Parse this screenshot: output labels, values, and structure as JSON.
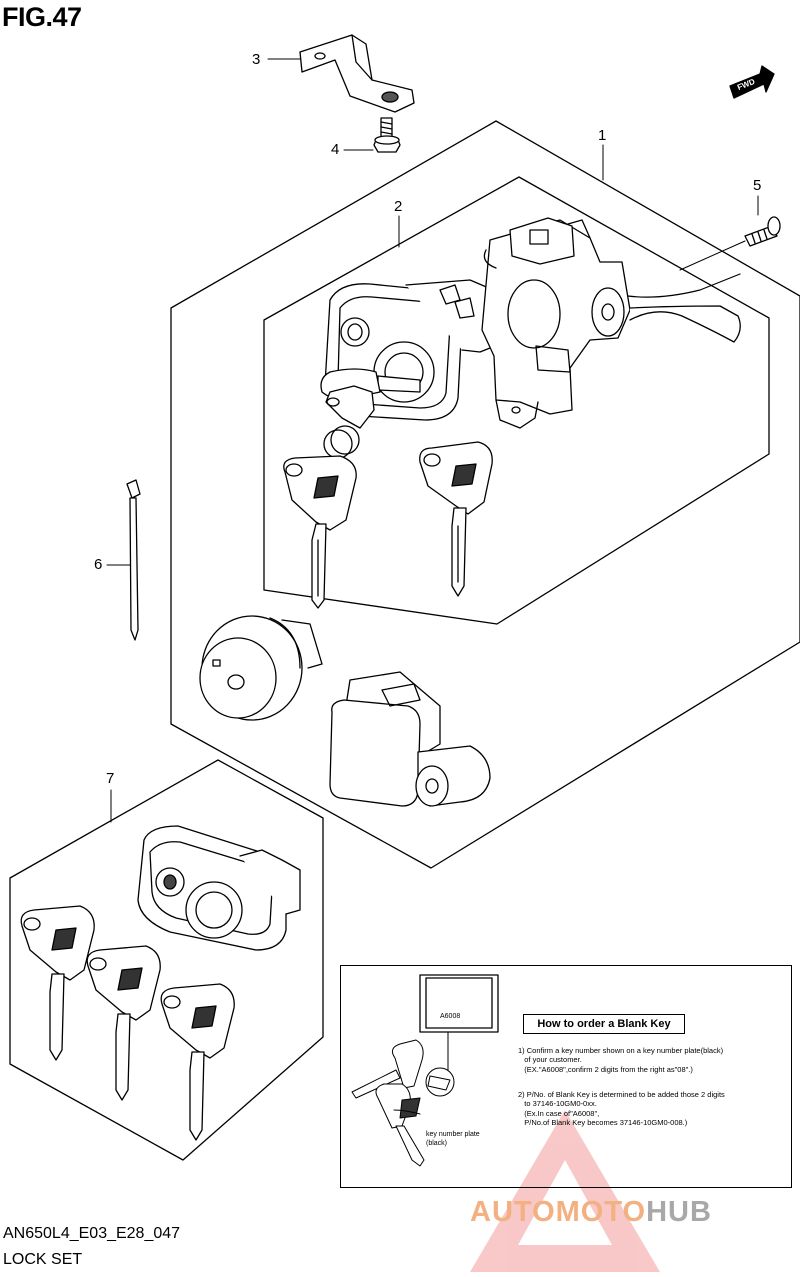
{
  "figure": {
    "title": "FIG.47",
    "code": "AN650L4_E03_E28_047",
    "name": "LOCK SET"
  },
  "callouts": [
    "1",
    "2",
    "3",
    "4",
    "5",
    "6",
    "7"
  ],
  "direction_tag": "FWD",
  "info_box": {
    "plate_code": "A6008",
    "plate_caption": "key number plate\n(black)",
    "title": "How to order a Blank Key",
    "note1": [
      "1) Confirm a key number shown on a key number plate(black)",
      "   of your customer.",
      "   (EX.\"A6008\",confirm 2 digits from the right as\"08\".)"
    ],
    "note2": [
      "2) P/No. of Blank Key is determined to be added those 2 digits",
      "   to 37146-10GM0-0xx.",
      "   (Ex.In case of\"A6008\",",
      "   P/No.of Blank Key becomes 37146-10GM0-008.)"
    ]
  },
  "watermark": {
    "part1": "AUTOMOTO",
    "part2": "HUB",
    "colors": {
      "accent": "#f3b080",
      "grey": "#a8a8a8",
      "triangle": "#f07070"
    }
  }
}
